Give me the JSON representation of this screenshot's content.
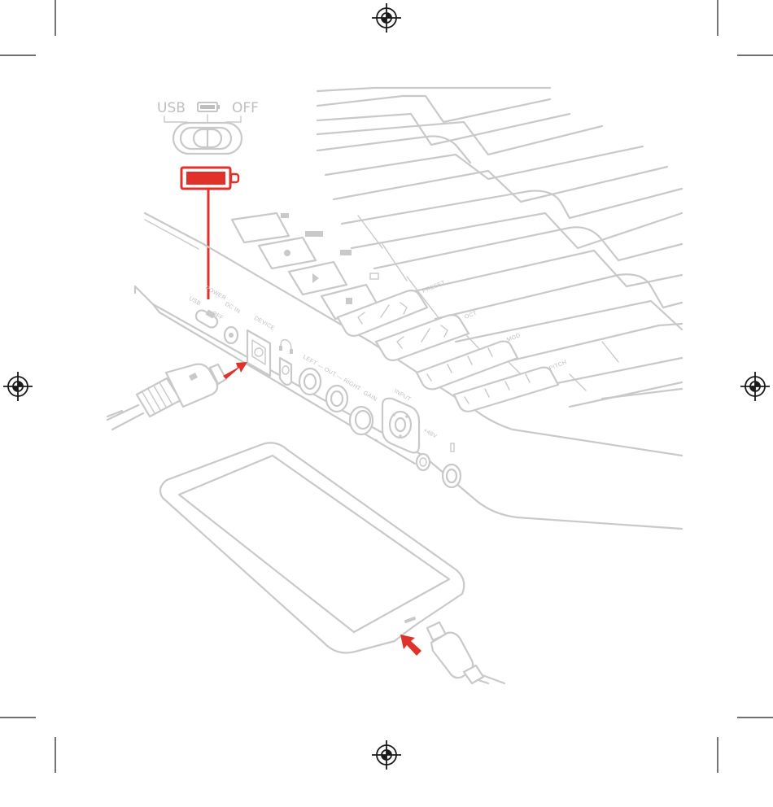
{
  "switch": {
    "usb_label": "USB",
    "off_label": "OFF",
    "battery_icon": "battery-icon"
  },
  "indicator": {
    "battery_color": "#e0312b",
    "icon": "battery-full-icon"
  },
  "panel": {
    "power": "POWER",
    "usb": "USB",
    "off": "OFF",
    "dc_in": "DC IN",
    "device": "DEVICE",
    "left_out_right": "LEFT — OUT — RIGHT",
    "gain": "GAIN",
    "input": "INPUT",
    "phantom": "+48V",
    "octave": "OCT",
    "preset": "PRESET",
    "mod": "MOD",
    "pitch": "PITCH",
    "headphones_icon": "headphones-icon"
  },
  "arrows": {
    "color": "#e0312b",
    "device_arrow_icon": "arrow-right-icon",
    "phone_arrow_icon": "arrow-up-left-icon"
  },
  "colors": {
    "line_art": "#c9c9c9",
    "highlight": "#e0312b",
    "crop_marks": "#1a1a1a"
  }
}
